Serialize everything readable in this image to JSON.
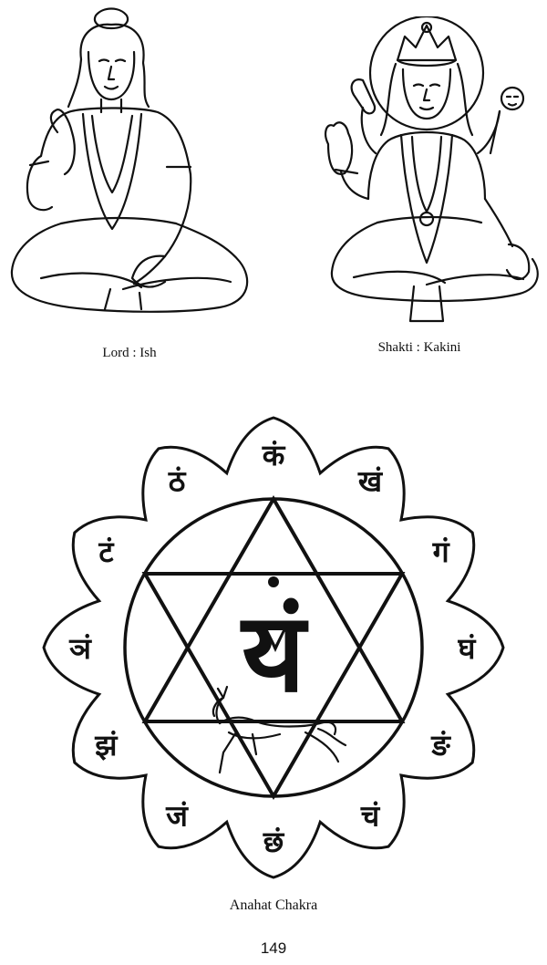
{
  "figures": {
    "left": {
      "caption": "Lord : Ish",
      "icon": "seated-deity-lord-ish"
    },
    "right": {
      "caption": "Shakti : Kakini",
      "icon": "seated-deity-shakti-kakini"
    }
  },
  "chakra": {
    "caption": "Anahat Chakra",
    "center_syllable": "यं",
    "petals": [
      "कं",
      "खं",
      "गं",
      "घं",
      "ङं",
      "चं",
      "छं",
      "जं",
      "झं",
      "ञं",
      "टं",
      "ठं"
    ]
  },
  "page_number": "149"
}
